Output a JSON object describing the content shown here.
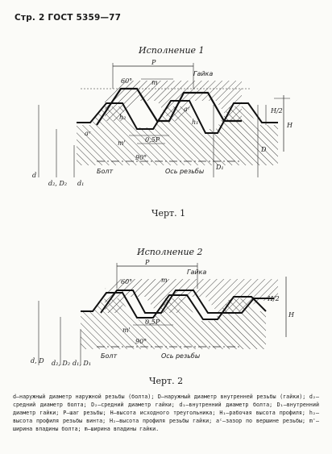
{
  "header": "Стр. 2 ГОСТ 5359—77",
  "fig1": {
    "title": "Исполнение 1",
    "caption": "Черт. 1",
    "labels": {
      "P": "P",
      "gaika": "Гайка",
      "angle60": "60°",
      "m": "m",
      "h2": "h₂",
      "ac1": "aᶜ",
      "ac2": "aᶜ",
      "H2": "H/2",
      "H": "H",
      "mprime": "m'",
      "halfP": "0,5P",
      "h1": "h₁",
      "D": "D",
      "d": "d",
      "dD2": "d₂, D₂",
      "d1": "d₁",
      "D1": "D₁",
      "bolt": "Болт",
      "axis": "Ось резьбы",
      "angle90": "90°"
    }
  },
  "fig2": {
    "title": "Исполнение 2",
    "caption": "Черт. 2",
    "labels": {
      "P": "P",
      "gaika": "Гайка",
      "angle60": "60°",
      "m": "m",
      "H2": "H/2",
      "H": "H",
      "mprime": "m'",
      "halfP": "0,5P",
      "dD": "d, D",
      "dD2": "d₂, D₂",
      "d1D1": "d₁, D₁",
      "bolt": "Болт",
      "axis": "Ось резьбы",
      "angle90": "90°"
    }
  },
  "legend": {
    "text": "d—наружный диаметр наружной резьбы (болта); D—наружный диаметр внутренней резьбы (гайки); d₂—средний диаметр болта; D₂—средний диаметр гайки; d₁—внутренний диаметр болта; D₁—внутренний диаметр гайки; P—шаг резьбы; H—высота исходного треугольника; H₁—рабочая высота профиля; h₂—высота профиля резьбы винта; H₂—высота профиля резьбы гайки; aᶜ—зазор по вершине резьбы; m'—ширина впадины болта; m—ширина впадины гайки."
  }
}
